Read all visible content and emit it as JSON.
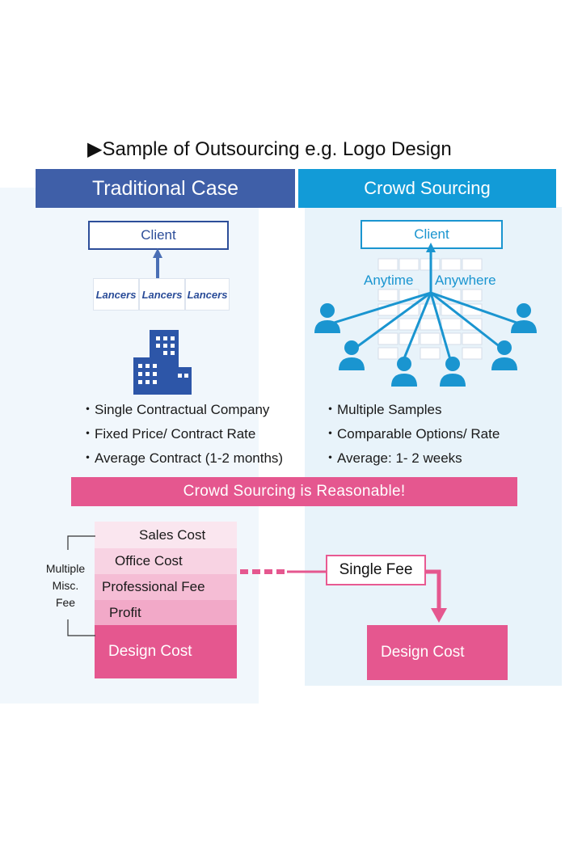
{
  "title": "▶Sample of Outsourcing e.g. Logo Design",
  "left": {
    "header": "Traditional Case",
    "client": "Client",
    "logos": [
      "Lancers",
      "Lancers",
      "Lancers"
    ],
    "bullets": [
      "・Single Contractual Company",
      "・Fixed Price/ Contract Rate",
      "・Average Contract (1-2 months)"
    ]
  },
  "right": {
    "header": "Crowd Sourcing",
    "client": "Client",
    "anytime": "Anytime",
    "anywhere": "Anywhere",
    "bullets": [
      "・Multiple Samples",
      "・Comparable Options/ Rate",
      "・Average: 1- 2 weeks"
    ]
  },
  "banner": "Crowd Sourcing is Reasonable!",
  "cost_stack": {
    "rows": [
      "Sales Cost",
      "Office Cost",
      "Professional Fee",
      "Profit"
    ],
    "design_cost": "Design Cost",
    "misc_label": [
      "Multiple",
      "Misc.",
      "Fee"
    ]
  },
  "single_fee": "Single Fee",
  "right_design_cost": "Design Cost",
  "colors": {
    "traditional_header": "#3f5fa8",
    "crowd_header": "#129bd7",
    "pink": "#e5578f",
    "stack_shades": [
      "#fae6ef",
      "#f8d3e3",
      "#f5bdd5",
      "#f2a9c8"
    ]
  }
}
